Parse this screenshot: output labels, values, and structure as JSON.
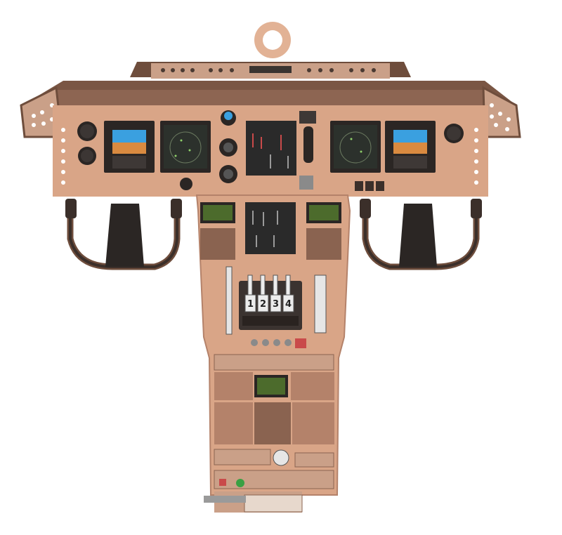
{
  "image": {
    "subject": "cockpit-illustration",
    "palette": {
      "panel": "#d9a587",
      "panel_dark": "#b4826a",
      "hood": "#6e4d3c",
      "glareshield": "#8a6350",
      "display_bezel": "#2b2624",
      "yoke": "#3b2f2a",
      "pfd_sky": "#3aa0e0",
      "pfd_ground": "#d98a40",
      "nd_screen": "#2c312c",
      "eicas_screen": "#2a2a2a",
      "cdu_screen": "#4c6b2c"
    },
    "throttle_levers": {
      "labels": [
        "1",
        "2",
        "3",
        "4"
      ]
    }
  }
}
